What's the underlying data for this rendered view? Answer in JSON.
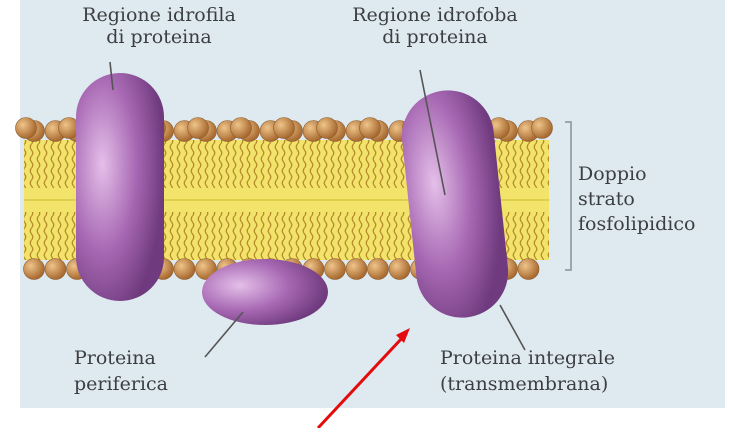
{
  "labels": {
    "hydrophilic_region": [
      "Regione idrofila",
      "di proteina"
    ],
    "hydrophobic_region": [
      "Regione  idrofoba",
      "di proteina"
    ],
    "bilayer": [
      "Doppio",
      "strato",
      "fosfolipidico"
    ],
    "peripheral_protein": [
      "Proteina",
      "periferica"
    ],
    "integral_protein": [
      "Proteina integrale",
      "(transmembrana)"
    ]
  },
  "colors": {
    "background": "#dfe9f0",
    "protein": "#a768b3",
    "lipid_head": "#c98f52",
    "lipid_tail": "#d4b24a",
    "bilayer_core": "#f2e36b",
    "arrow": "#e30b0b"
  }
}
